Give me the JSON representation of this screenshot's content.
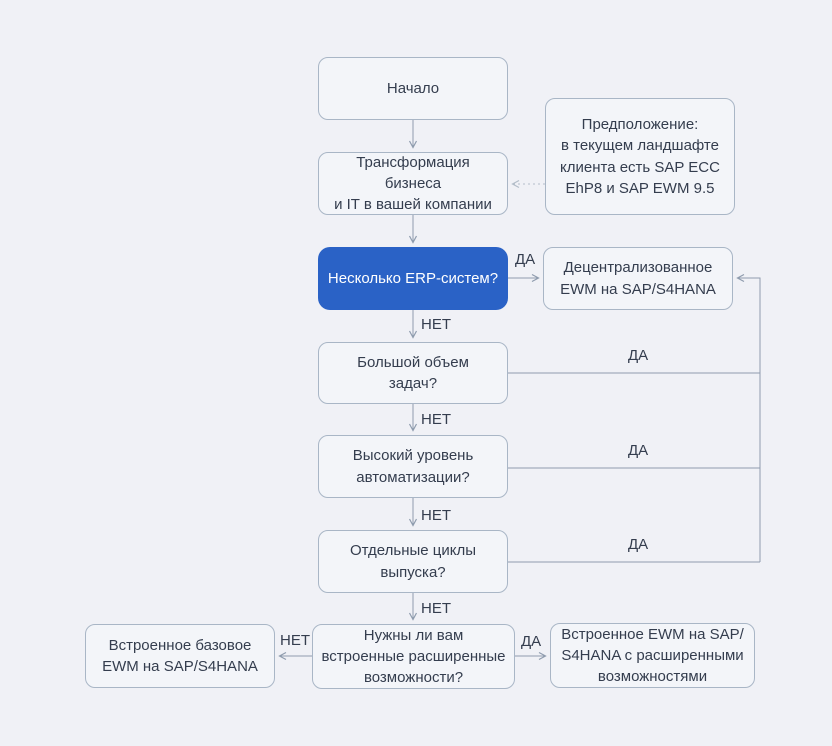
{
  "diagram": {
    "type": "flowchart",
    "language": "ru",
    "colors": {
      "background": "#f0f1f6",
      "node_fill": "#f3f5f9",
      "node_border": "#a9b6c6",
      "accent_fill": "#2a62c6",
      "accent_text": "#ffffff",
      "connector": "#8f9cae",
      "connector_light": "#b3bdc9",
      "text": "#343d4e"
    },
    "nodes": {
      "start": {
        "label": "Начало"
      },
      "transform": {
        "label": "Трансформация бизнеса\nи IT в вашей компании"
      },
      "assumption": {
        "label": "Предположение:\nв текущем ландшафте\nклиента есть SAP ECC\nEhP8 и SAP EWM 9.5"
      },
      "erp_question": {
        "label": "Несколько ERP-систем?"
      },
      "decentralized_ewm": {
        "label": "Децентрализованное\nEWM на SAP/S4HANA"
      },
      "volume_question": {
        "label": "Большой объем\nзадач?"
      },
      "automation_question": {
        "label": "Высокий уровень\nавтоматизации?"
      },
      "cycles_question": {
        "label": "Отдельные циклы\nвыпуска?"
      },
      "need_question": {
        "label": "Нужны ли вам\nвстроенные расширенные\nвозможности?"
      },
      "basic_ewm": {
        "label": "Встроенное базовое\nEWM на SAP/S4HANA"
      },
      "advanced_ewm": {
        "label": "Встроенное EWM на SAP/\nS4HANA с расширенными\nвозможностями"
      }
    },
    "edge_labels": {
      "erp_yes": "ДА",
      "erp_no": "НЕТ",
      "volume_yes": "ДА",
      "volume_no": "НЕТ",
      "automation_yes": "ДА",
      "automation_no": "НЕТ",
      "cycles_yes": "ДА",
      "cycles_no": "НЕТ",
      "need_no": "НЕТ",
      "need_yes": "ДА"
    }
  }
}
